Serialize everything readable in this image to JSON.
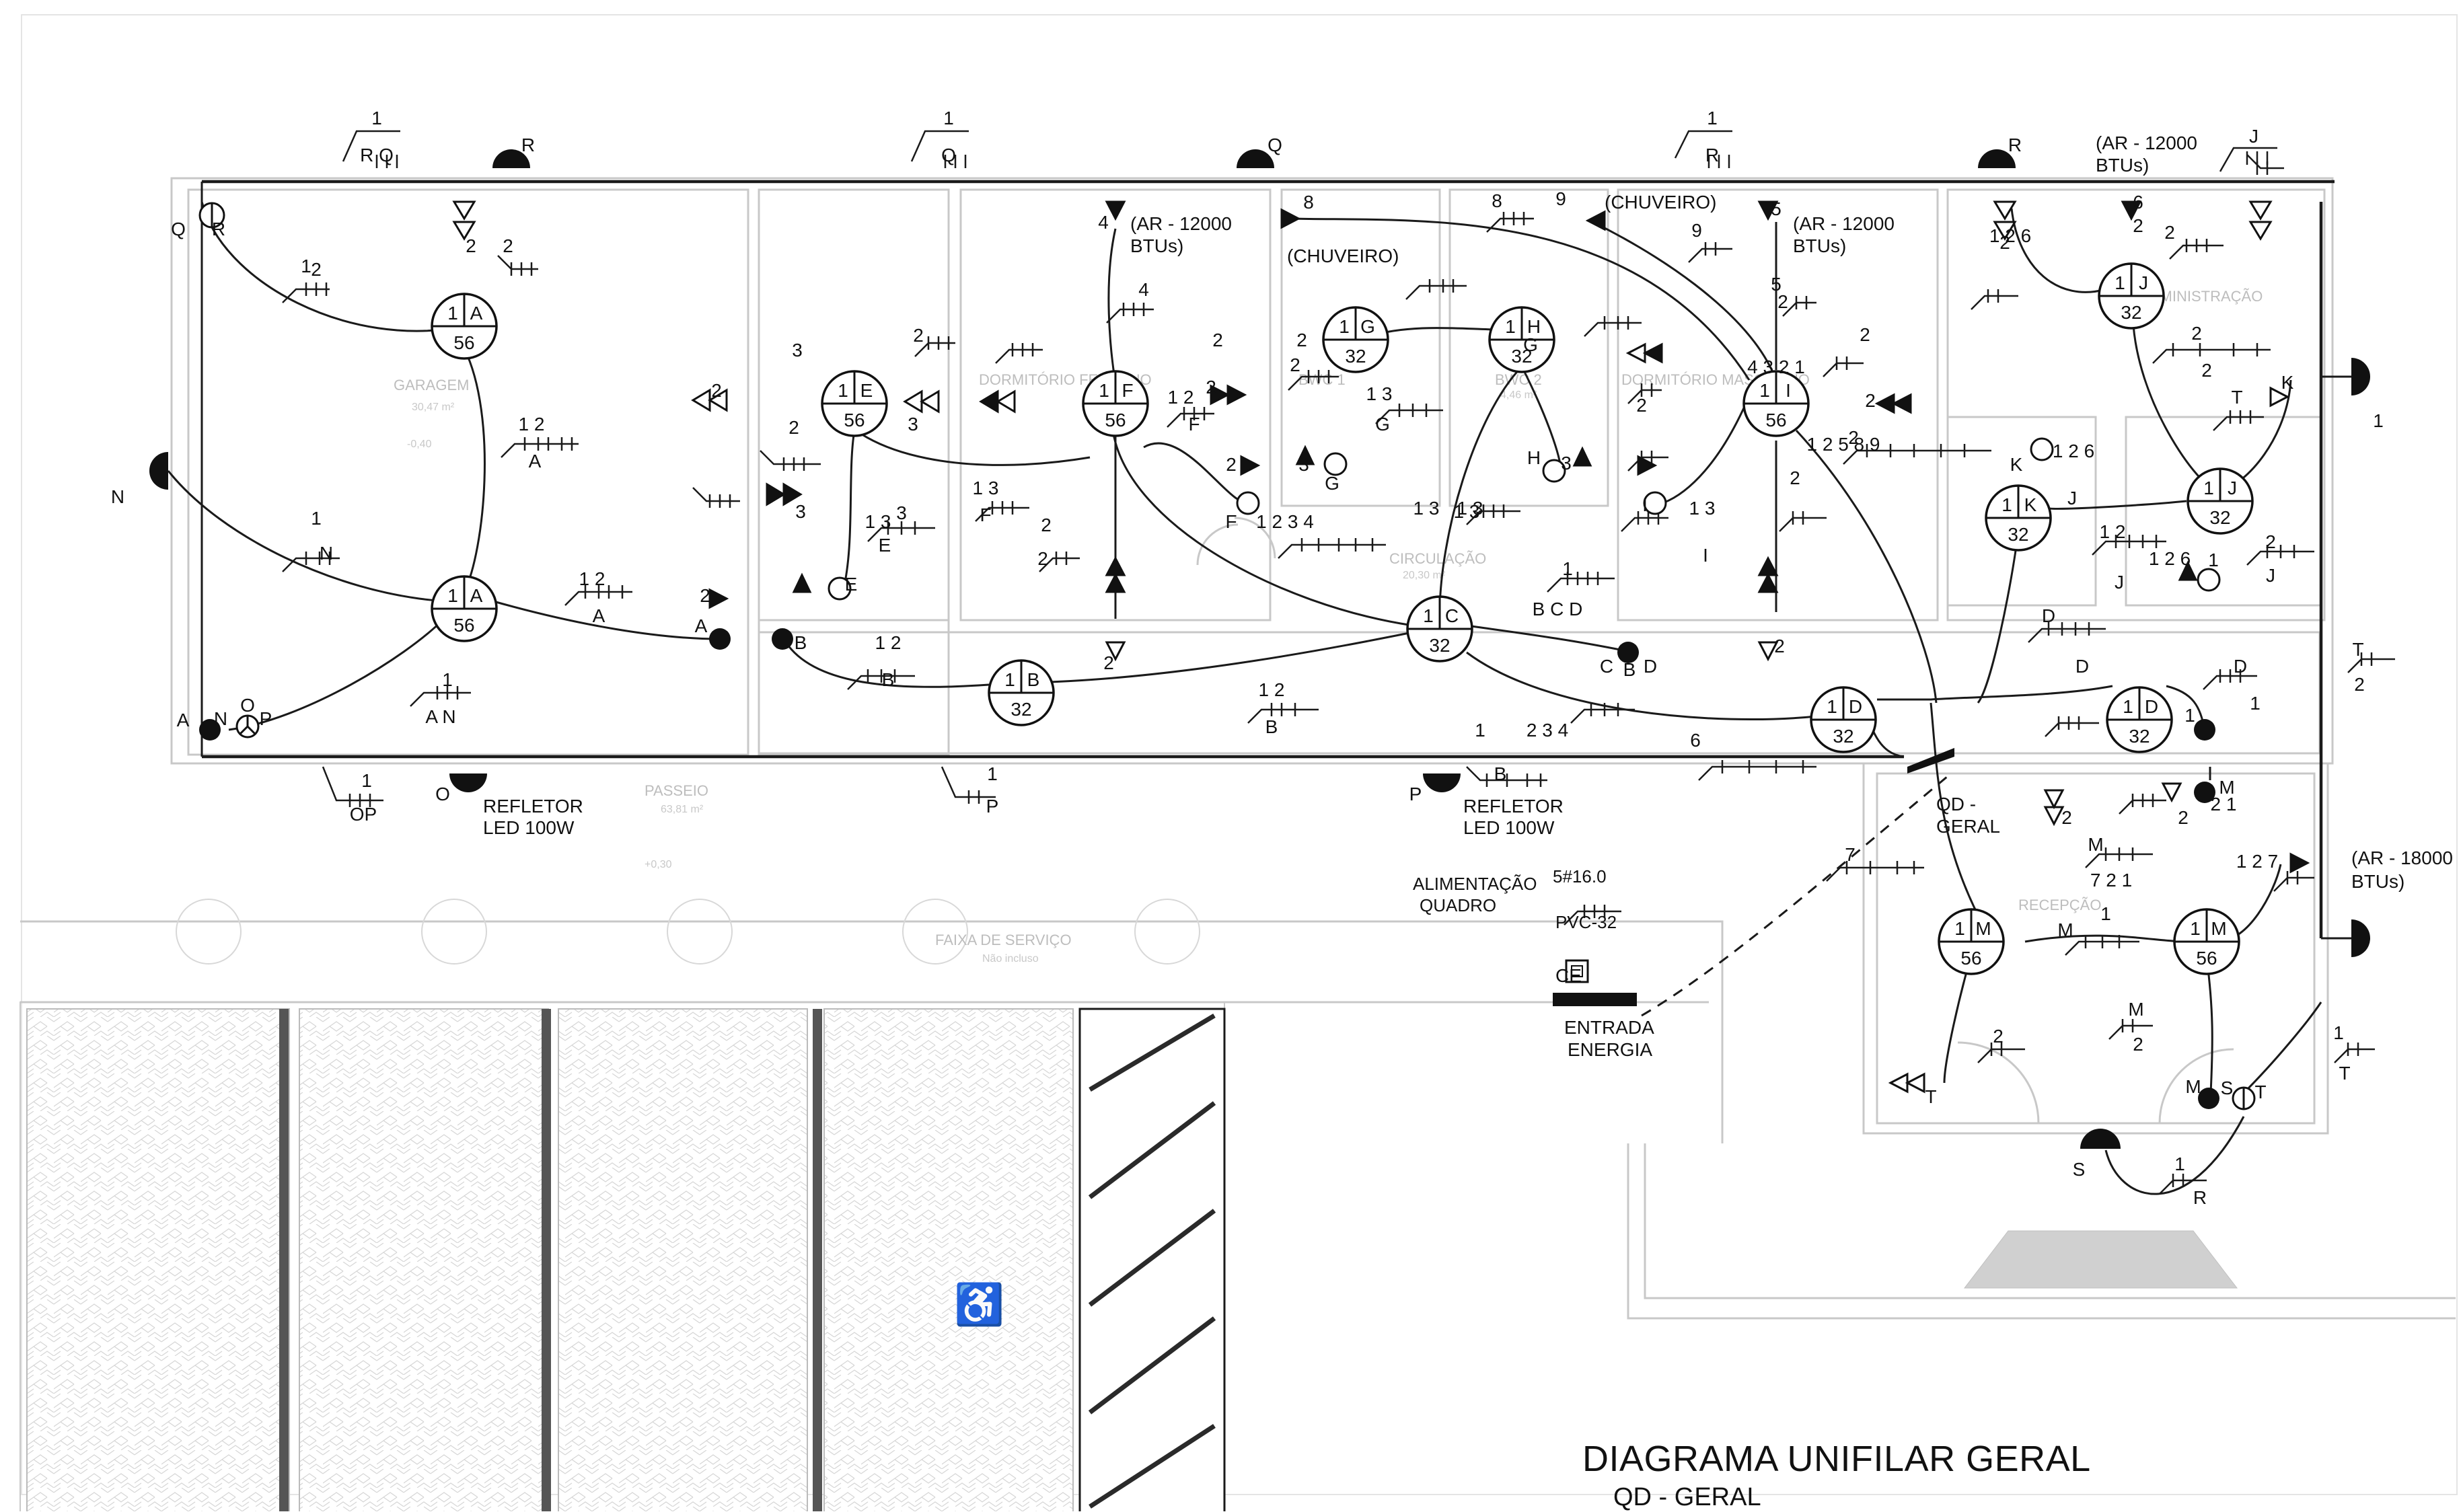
{
  "title": "DIAGRAMA UNIFILAR GERAL",
  "subtitle": "QD - GERAL",
  "rooms": {
    "garagem": "GARAGEM",
    "garagem_area": "30,47 m²",
    "garagem_level": "-0,40",
    "dormitorio_fem": "DORMITÓRIO FEMININO",
    "bwc1": "BWC 1",
    "bwc2": "BWC 2",
    "dormitorio_masc": "DORMITÓRIO MASCULINO",
    "circulacao": "CIRCULAÇÃO",
    "circulacao_area": "20,30 m²",
    "administracao": "ADMINISTRAÇÃO",
    "recepcao": "RECEPÇÃO",
    "passeio": "PASSEIO",
    "passeio_area": "63,81 m²",
    "passeio_level": "+0,30",
    "faixa": "FAIXA DE SERVIÇO",
    "faixa_note": "Não incluso",
    "bwc_area": "4,46 m²"
  },
  "notes": {
    "ar12000_a1": "(AR - 12000",
    "ar12000_a2": "BTUs)",
    "ar12000_b1": "(AR - 12000",
    "ar12000_b2": "BTUs)",
    "ar12000_c1": "(AR - 12000",
    "ar12000_c2": "BTUs)",
    "ar18000_1": "(AR - 18000",
    "ar18000_2": "BTUs)",
    "chuveiro_1": "(CHUVEIRO)",
    "chuveiro_2": "(CHUVEIRO)",
    "refletor_1a": "REFLETOR",
    "refletor_1b": "LED 100W",
    "refletor_2a": "REFLETOR",
    "refletor_2b": "LED 100W",
    "qd_1": "QD -",
    "qd_2": "GERAL",
    "alim_1": "ALIMENTAÇÃO",
    "alim_2": "QUADRO",
    "cable": "5#16.0",
    "conduit": "PVC-32",
    "ce": "CE",
    "entrada_1": "ENTRADA",
    "entrada_2": "ENERGIA"
  },
  "luminaires": [
    {
      "circuit": "1",
      "id": "A",
      "power": "56"
    },
    {
      "circuit": "1",
      "id": "A",
      "power": "56"
    },
    {
      "circuit": "1",
      "id": "E",
      "power": "56"
    },
    {
      "circuit": "1",
      "id": "F",
      "power": "56"
    },
    {
      "circuit": "1",
      "id": "G",
      "power": "32"
    },
    {
      "circuit": "1",
      "id": "H",
      "power": "32"
    },
    {
      "circuit": "1",
      "id": "I",
      "power": "56"
    },
    {
      "circuit": "1",
      "id": "J",
      "power": "32"
    },
    {
      "circuit": "1",
      "id": "J",
      "power": "32"
    },
    {
      "circuit": "1",
      "id": "K",
      "power": "32"
    },
    {
      "circuit": "1",
      "id": "C",
      "power": "32"
    },
    {
      "circuit": "1",
      "id": "B",
      "power": "32"
    },
    {
      "circuit": "1",
      "id": "D",
      "power": "32"
    },
    {
      "circuit": "1",
      "id": "D",
      "power": "32"
    },
    {
      "circuit": "1",
      "id": "M",
      "power": "56"
    },
    {
      "circuit": "1",
      "id": "M",
      "power": "56"
    }
  ],
  "labels": [
    {
      "text": "1"
    },
    {
      "text": "R Q"
    },
    {
      "text": "R"
    },
    {
      "text": "1"
    },
    {
      "text": "Q"
    },
    {
      "text": "Q"
    },
    {
      "text": "1"
    },
    {
      "text": "R"
    },
    {
      "text": "R"
    },
    {
      "text": "2"
    },
    {
      "text": "Q"
    },
    {
      "text": "R"
    },
    {
      "text": "2"
    },
    {
      "text": "2"
    },
    {
      "text": "1"
    },
    {
      "text": "GARAGEM"
    },
    {
      "text": "1  2"
    },
    {
      "text": "A"
    },
    {
      "text": "N"
    },
    {
      "text": "1"
    },
    {
      "text": "N"
    },
    {
      "text": "1  2"
    },
    {
      "text": "A"
    },
    {
      "text": "2"
    },
    {
      "text": "A"
    },
    {
      "text": "B"
    },
    {
      "text": "A"
    },
    {
      "text": "N"
    },
    {
      "text": "O"
    },
    {
      "text": "P"
    },
    {
      "text": "1"
    },
    {
      "text": "A  N"
    },
    {
      "text": "1"
    },
    {
      "text": "OP"
    },
    {
      "text": "O"
    },
    {
      "text": "1"
    },
    {
      "text": "P"
    },
    {
      "text": "P"
    },
    {
      "text": "2"
    },
    {
      "text": "2"
    },
    {
      "text": "2"
    },
    {
      "text": "3"
    },
    {
      "text": "3"
    },
    {
      "text": "3"
    },
    {
      "text": "E"
    },
    {
      "text": "3"
    },
    {
      "text": "1  3"
    },
    {
      "text": "E"
    },
    {
      "text": "1  2"
    },
    {
      "text": "B"
    },
    {
      "text": "1  2"
    },
    {
      "text": "B"
    },
    {
      "text": "4"
    },
    {
      "text": "4"
    },
    {
      "text": "2"
    },
    {
      "text": "2"
    },
    {
      "text": "1  2"
    },
    {
      "text": "F"
    },
    {
      "text": "1  3"
    },
    {
      "text": "F"
    },
    {
      "text": "2"
    },
    {
      "text": "F"
    },
    {
      "text": "2"
    },
    {
      "text": "2"
    },
    {
      "text": "2"
    },
    {
      "text": "2"
    },
    {
      "text": "8"
    },
    {
      "text": "8"
    },
    {
      "text": "2"
    },
    {
      "text": "3"
    },
    {
      "text": "G"
    },
    {
      "text": "1  3"
    },
    {
      "text": "G"
    },
    {
      "text": "1  3"
    },
    {
      "text": "1  2  3  4"
    },
    {
      "text": "9"
    },
    {
      "text": "9"
    },
    {
      "text": "1  3"
    },
    {
      "text": "G"
    },
    {
      "text": "H"
    },
    {
      "text": "3"
    },
    {
      "text": "1  3"
    },
    {
      "text": "1"
    },
    {
      "text": "B C D"
    },
    {
      "text": "C"
    },
    {
      "text": "B"
    },
    {
      "text": "D"
    },
    {
      "text": "1"
    },
    {
      "text": "B"
    },
    {
      "text": "2  3  4"
    },
    {
      "text": "2"
    },
    {
      "text": "2"
    },
    {
      "text": "I"
    },
    {
      "text": "1  3"
    },
    {
      "text": "I"
    },
    {
      "text": "5"
    },
    {
      "text": "5"
    },
    {
      "text": "2"
    },
    {
      "text": "2"
    },
    {
      "text": "2"
    },
    {
      "text": "2"
    },
    {
      "text": "1  2  5  8  9"
    },
    {
      "text": "4  3  2  1"
    },
    {
      "text": "2"
    },
    {
      "text": "6"
    },
    {
      "text": "6"
    },
    {
      "text": "2"
    },
    {
      "text": "2"
    },
    {
      "text": "2"
    },
    {
      "text": "1  2  6"
    },
    {
      "text": "J"
    },
    {
      "text": "2"
    },
    {
      "text": "2"
    },
    {
      "text": "T"
    },
    {
      "text": "K"
    },
    {
      "text": "1"
    },
    {
      "text": "K"
    },
    {
      "text": "1  2  6"
    },
    {
      "text": "J"
    },
    {
      "text": "1  2"
    },
    {
      "text": "J"
    },
    {
      "text": "2"
    },
    {
      "text": "J"
    },
    {
      "text": "1  2  6"
    },
    {
      "text": "1"
    },
    {
      "text": "D"
    },
    {
      "text": "D"
    },
    {
      "text": "1"
    },
    {
      "text": "D"
    },
    {
      "text": "1"
    },
    {
      "text": "T"
    },
    {
      "text": "2"
    },
    {
      "text": "2"
    },
    {
      "text": "2"
    },
    {
      "text": "M"
    },
    {
      "text": "2  1"
    },
    {
      "text": "M"
    },
    {
      "text": "7  2  1"
    },
    {
      "text": "7"
    },
    {
      "text": "1  2  7"
    },
    {
      "text": "M"
    },
    {
      "text": "1"
    },
    {
      "text": "M"
    },
    {
      "text": "2"
    },
    {
      "text": "2"
    },
    {
      "text": "T"
    },
    {
      "text": "1"
    },
    {
      "text": "T"
    },
    {
      "text": "M"
    },
    {
      "text": "S"
    },
    {
      "text": "T"
    },
    {
      "text": "S"
    },
    {
      "text": "1"
    },
    {
      "text": "R"
    }
  ]
}
